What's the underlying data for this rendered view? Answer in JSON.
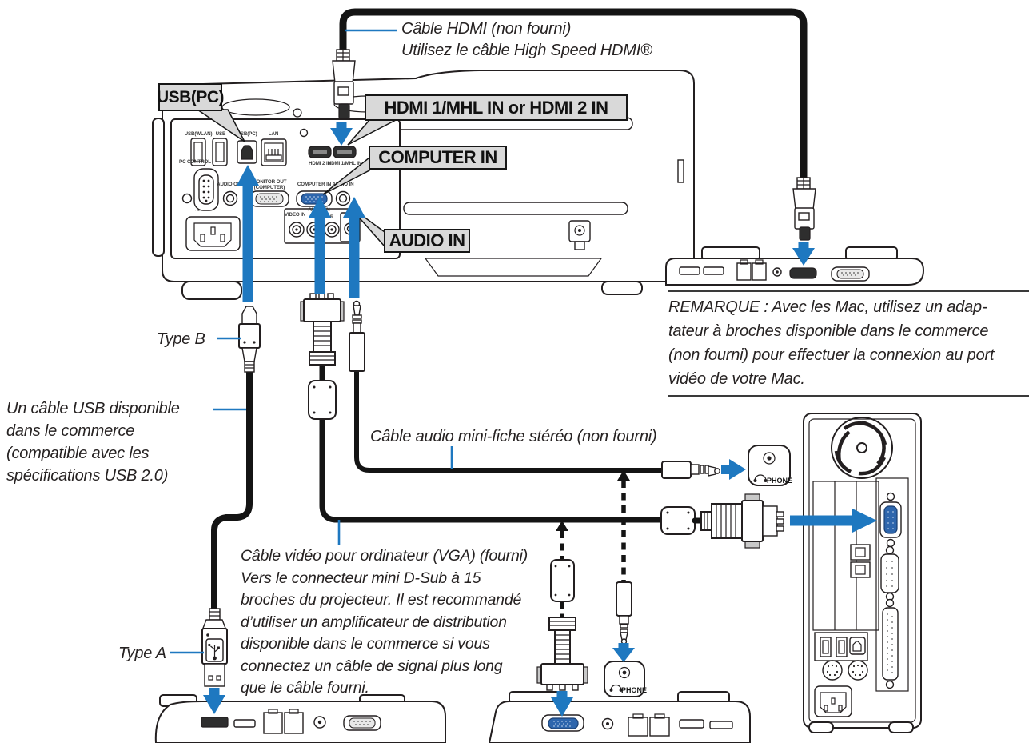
{
  "colors": {
    "accent_blue": "#1e78c0",
    "callout_bg": "#d9d9d9",
    "line_art": "#231f20",
    "vga_port_blue": "#2e66ad"
  },
  "callouts": {
    "usb_pc": "USB(PC)",
    "hdmi_in": "HDMI 1/MHL IN or HDMI 2 IN",
    "computer_in": "COMPUTER IN",
    "audio_in": "AUDIO IN"
  },
  "annotations": {
    "hdmi_cable": "Câble HDMI (non fourni)\nUtilisez le câble High Speed HDMI®",
    "type_b": "Type B",
    "usb_cable": "Un câble USB disponible\ndans le commerce\n(compatible avec les\nspécifications USB 2.0)",
    "audio_cable": "Câble audio mini-fiche stéréo (non fourni)",
    "vga_cable": "Câble vidéo pour ordinateur (VGA) (fourni)\nVers le connecteur mini D-Sub à 15\nbroches du projecteur. Il est recommandé\nd’utiliser un amplificateur de distribution\ndisponible dans le commerce si vous\nconnectez un câble de signal plus long\nque le câble fourni.",
    "type_a": "Type A",
    "mac_note": "REMARQUE : Avec les Mac, utilisez un adap-\ntateur à broches disponible dans le commerce\n(non fourni) pour effectuer la connexion au port\nvidéo de votre Mac."
  },
  "projector": {
    "ports": {
      "usb_wlan": "USB(WLAN)",
      "usb": "USB",
      "usb_pc": "USB(PC)",
      "lan": "LAN",
      "pc_control": "PC CONTROL",
      "hdmi2_in": "HDMI 2 IN",
      "hdmi1_in": "HDMI 1/MHL IN",
      "audio_out": "AUDIO OUT",
      "monitor_out_1": "MONITOR OUT",
      "monitor_out_2": "(COMPUTER)",
      "computer_in": "COMPUTER IN",
      "audio_in": "AUDIO IN",
      "video_in": "VIDEO IN",
      "audio_in_group": "AUDIO IN",
      "left": "L",
      "right": "R",
      "power": "~"
    }
  },
  "computer": {
    "phone_label": "PHONE"
  }
}
